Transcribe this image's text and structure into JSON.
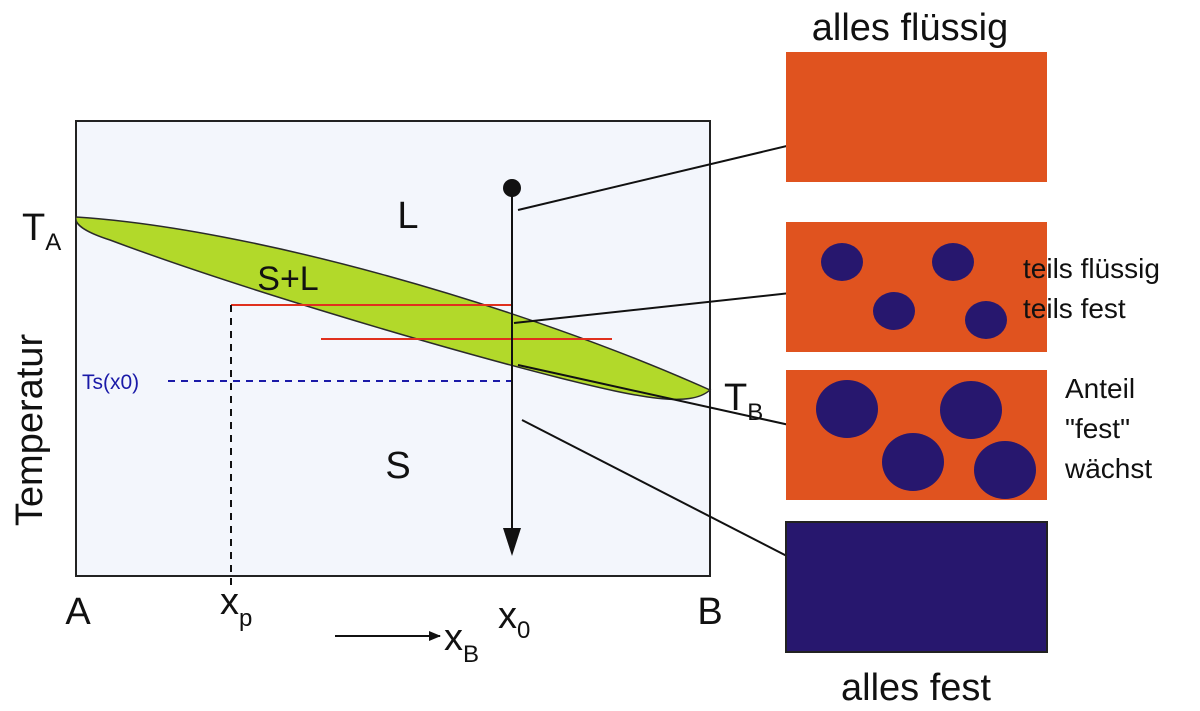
{
  "diagram": {
    "axis_label": "Temperatur",
    "region_liquid": "L",
    "region_two_phase": "S+L",
    "region_solid": "S",
    "temp_A": {
      "main": "T",
      "sub": "A"
    },
    "temp_B": {
      "main": "T",
      "sub": "B"
    },
    "solidus_marker": "Ts(x0)",
    "comp_A": "A",
    "comp_B": "B",
    "x_p": {
      "main": "x",
      "sub": "p"
    },
    "x_0": {
      "main": "x",
      "sub": "0"
    },
    "x_B": {
      "main": "x",
      "sub": "B"
    }
  },
  "panels": {
    "liquid_title": "alles flüssig",
    "partial_line1": "teils flüssig",
    "partial_line2": "teils fest",
    "growing_line1": "Anteil",
    "growing_line2": "\"fest\"",
    "growing_line3": "wächst",
    "solid_title": "alles fest"
  },
  "colors": {
    "liquid": "#e0531f",
    "solid": "#27176e",
    "two_phase": "#b2d92a",
    "plot_bg": "#f3f6fc",
    "tie_line": "#e0301e",
    "marker": "#1a1aa8"
  }
}
